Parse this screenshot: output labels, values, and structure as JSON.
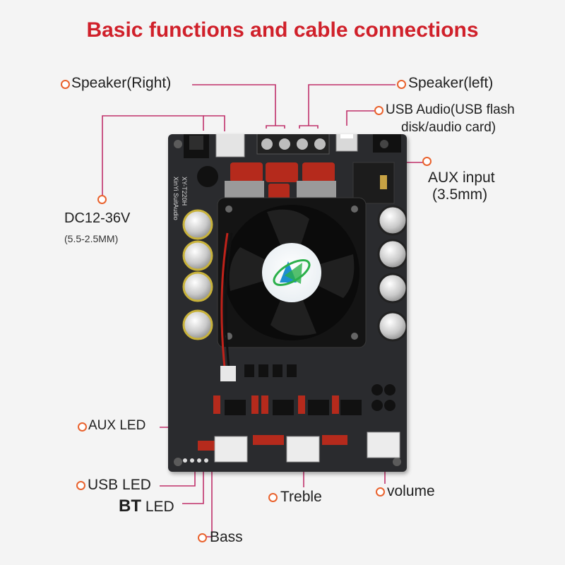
{
  "title": "Basic functions and cable connections",
  "labels": {
    "speaker_right": "Speaker(Right)",
    "speaker_left": "Speaker(left)",
    "usb_audio_line1": "USB Audio(USB flash",
    "usb_audio_line2": "disk/audio card)",
    "aux_input_line1": "AUX input",
    "aux_input_line2": "(3.5mm)",
    "dc_power": "DC12-36V",
    "dc_jack": "(5.5-2.5MM)",
    "aux_led": "AUX LED",
    "usb_led": "USB LED",
    "bt_led_bt": "BT",
    "bt_led_led": "LED",
    "treble": "Treble",
    "volume": "volume",
    "bass": "Bass"
  },
  "board": {
    "silkscreen_model": "XY-T220H",
    "silkscreen_brand": "XinYi SuitAudio"
  },
  "colors": {
    "title": "#d0202a",
    "leader_line": "#c0306a",
    "dot_ring": "#e9622d",
    "pcb": "#2a2b2e",
    "capacitor_red": "#b52a1c"
  },
  "icons": [
    "fan",
    "bluetooth-module",
    "terminal-block",
    "dc-jack",
    "usb-port",
    "audio-jack",
    "potentiometer"
  ]
}
